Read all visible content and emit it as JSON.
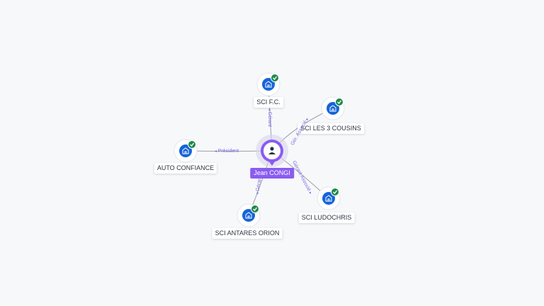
{
  "person": {
    "name": "Jean CONGI",
    "icon": "person-icon",
    "color": "#8a5cf0"
  },
  "companies": [
    {
      "id": "sci-fc",
      "name": "SCI F.C.",
      "relation": "Gérant"
    },
    {
      "id": "sci-les-3-cousins",
      "name": "SCI LES 3 COUSINS",
      "relation": "Gér. Associé"
    },
    {
      "id": "auto-confiance",
      "name": "AUTO CONFIANCE",
      "relation": "Président"
    },
    {
      "id": "sci-ludochris",
      "name": "SCI LUDOCHRIS",
      "relation": "Gérant Associé"
    },
    {
      "id": "sci-antares-orion",
      "name": "SCI ANTARES ORION",
      "relation": "Gérant"
    }
  ],
  "colors": {
    "company_icon": "#1565d8",
    "verified_badge": "#1f8a4c",
    "edge": "#7d6ee0",
    "line": "#9aa0aa"
  }
}
